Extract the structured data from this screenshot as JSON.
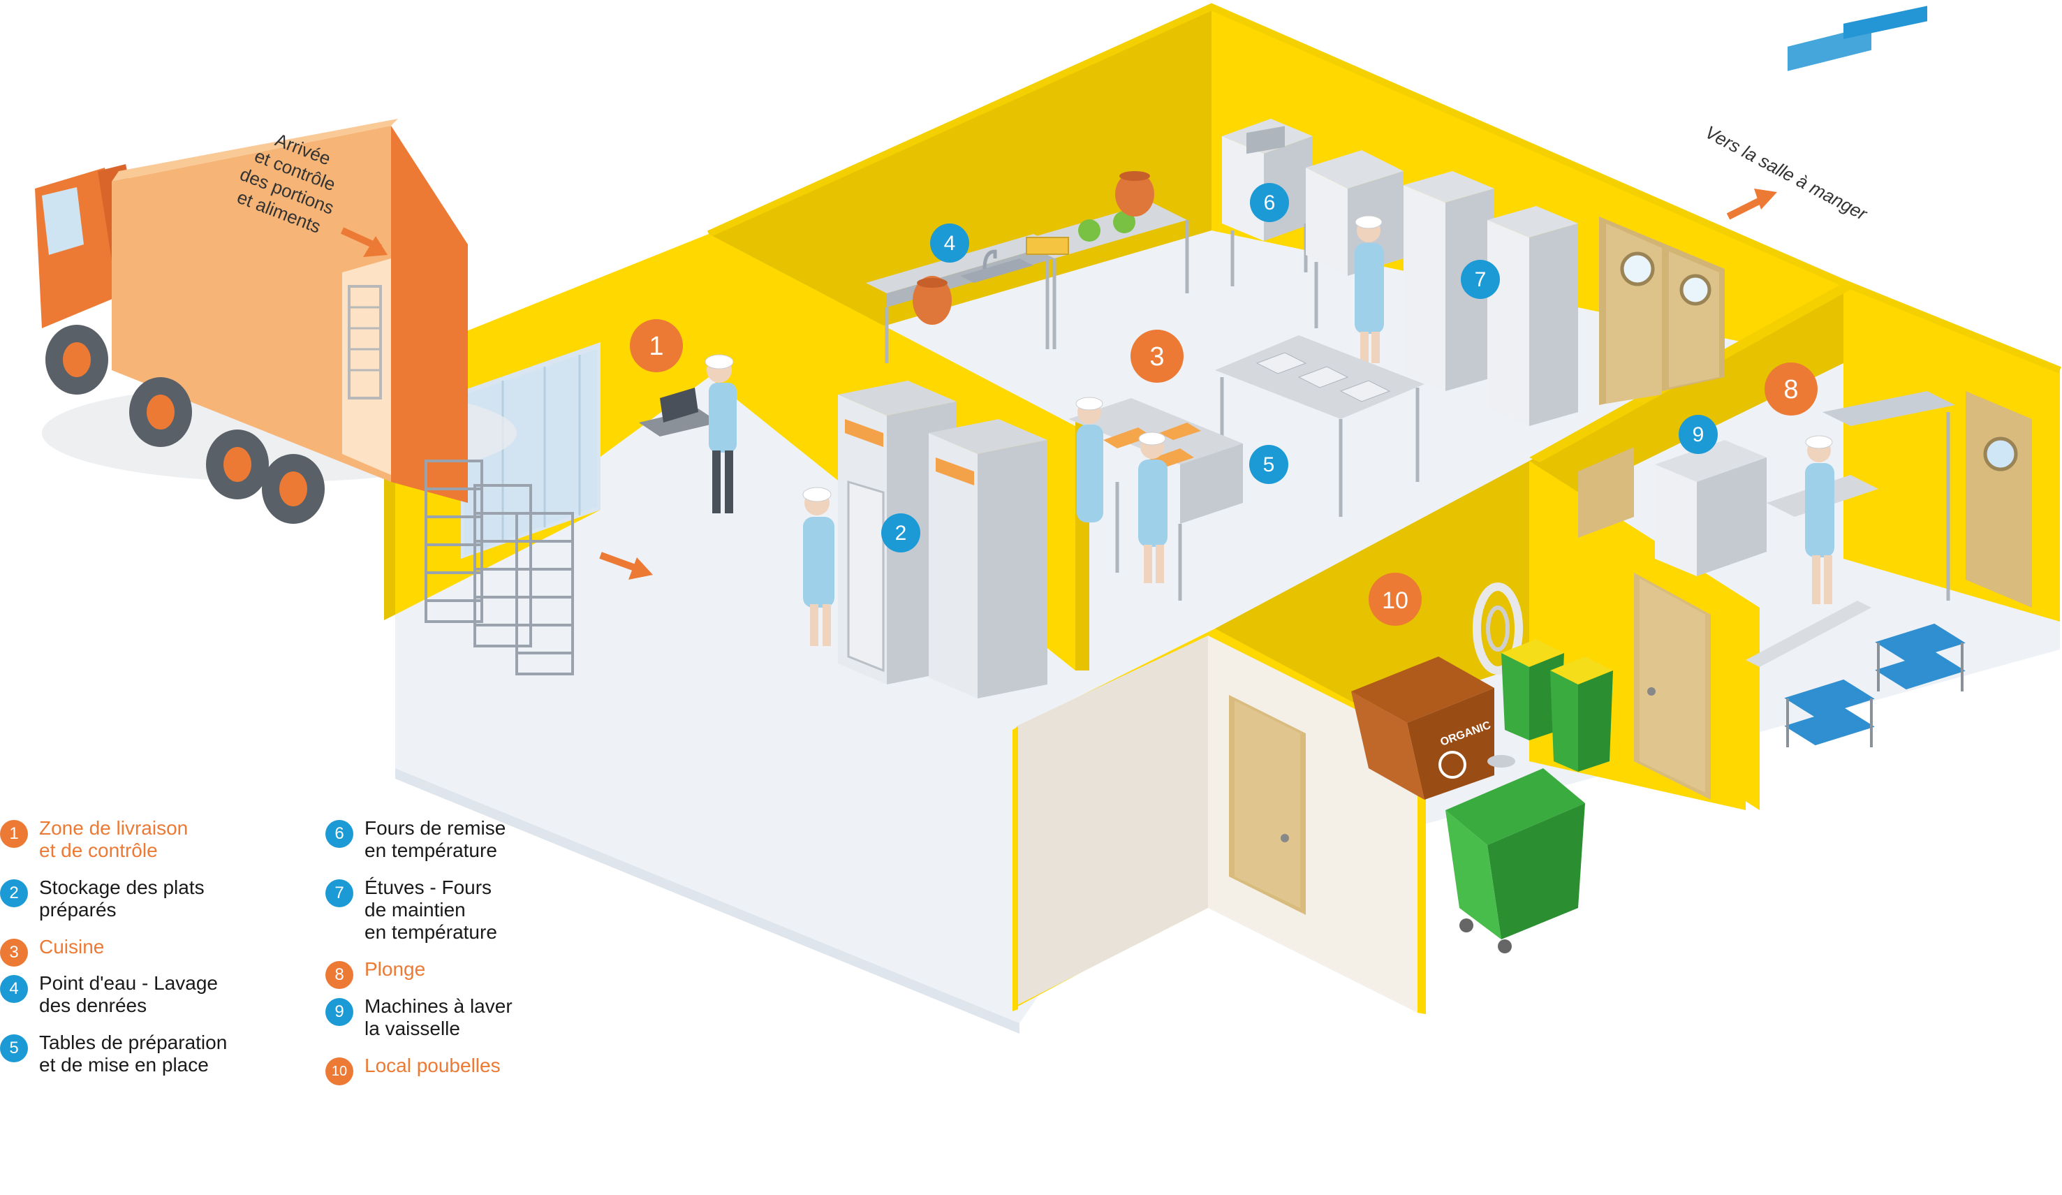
{
  "truck": {
    "sign_lines": [
      "Arrivée",
      "et contrôle",
      "des portions",
      "et aliments"
    ]
  },
  "exit_sign": "Vers la salle à manger",
  "bin_label": "ORGANIC",
  "colors": {
    "orange": "#ec7a35",
    "blue": "#1b9ad6",
    "wall_yellow": "#ffd800",
    "wall_shadow": "#e6c200",
    "floor": "#eef2f7"
  },
  "zones": [
    {
      "num": "1",
      "label": "Zone de livraison\net de contrôle",
      "type": "zone"
    },
    {
      "num": "2",
      "label": "Stockage des plats\npréparés",
      "type": "equipment"
    },
    {
      "num": "3",
      "label": "Cuisine",
      "type": "zone"
    },
    {
      "num": "4",
      "label": "Point d'eau - Lavage\ndes denrées",
      "type": "equipment"
    },
    {
      "num": "5",
      "label": "Tables de préparation\net de mise en place",
      "type": "equipment"
    },
    {
      "num": "6",
      "label": "Fours de remise\nen température",
      "type": "equipment"
    },
    {
      "num": "7",
      "label": "Étuves - Fours\nde maintien\nen température",
      "type": "equipment"
    },
    {
      "num": "8",
      "label": "Plonge",
      "type": "zone"
    },
    {
      "num": "9",
      "label": "Machines à laver\nla vaisselle",
      "type": "equipment"
    },
    {
      "num": "10",
      "label": "Local poubelles",
      "type": "zone"
    }
  ]
}
